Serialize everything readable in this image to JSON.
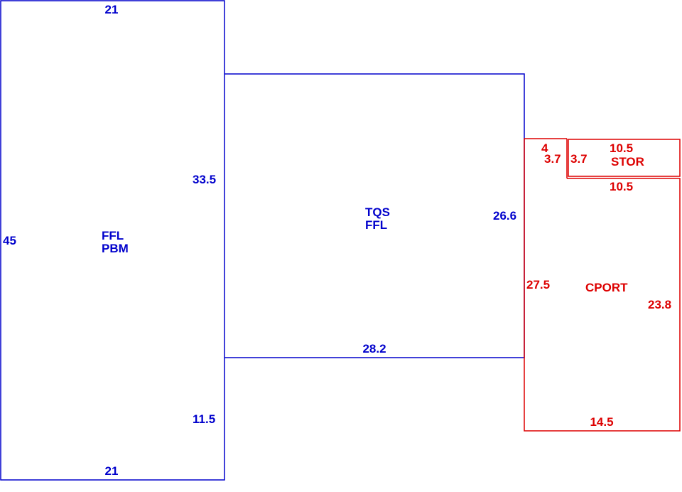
{
  "colors": {
    "main_structure": "#0000cc",
    "accessory_structure": "#dd0000",
    "background": "#ffffff"
  },
  "areas": {
    "ffl_pbm": {
      "labels": [
        "FFL",
        "PBM"
      ],
      "dimensions": {
        "top": "21",
        "bottom": "21",
        "left": "45",
        "right_upper": "33.5",
        "right_lower": "11.5"
      }
    },
    "tqs_ffl": {
      "labels": [
        "TQS",
        "FFL"
      ],
      "dimensions": {
        "bottom": "28.2",
        "right": "26.6"
      }
    },
    "cport": {
      "label": "CPORT",
      "dimensions": {
        "top_left": "4",
        "small_side": "3.7",
        "left": "27.5",
        "right": "23.8",
        "bottom": "14.5",
        "top_right": "10.5"
      }
    },
    "stor": {
      "label": "STOR",
      "dimensions": {
        "top": "10.5",
        "left": "3.7"
      }
    }
  }
}
